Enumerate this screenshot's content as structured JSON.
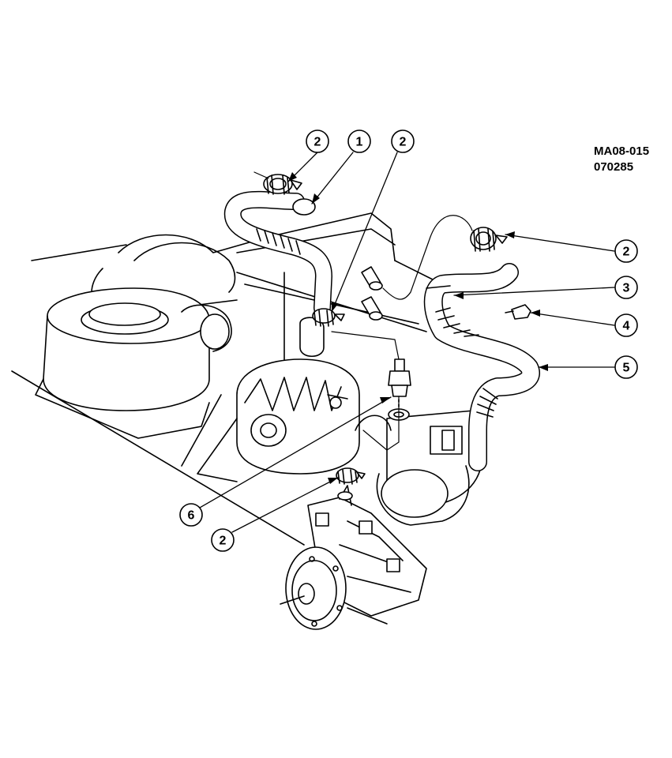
{
  "figure": {
    "drawing_number": "MA08-015",
    "date_code": "070285"
  },
  "callouts": [
    {
      "id": "callout-2-top-left",
      "label": "2"
    },
    {
      "id": "callout-1",
      "label": "1"
    },
    {
      "id": "callout-2-top-center",
      "label": "2"
    },
    {
      "id": "callout-2-right",
      "label": "2"
    },
    {
      "id": "callout-3",
      "label": "3"
    },
    {
      "id": "callout-4",
      "label": "4"
    },
    {
      "id": "callout-5",
      "label": "5"
    },
    {
      "id": "callout-6",
      "label": "6"
    },
    {
      "id": "callout-2-bottom",
      "label": "2"
    }
  ],
  "colors": {
    "ink": "#000000",
    "paper": "#ffffff",
    "hose_fill": "#ffffff"
  }
}
